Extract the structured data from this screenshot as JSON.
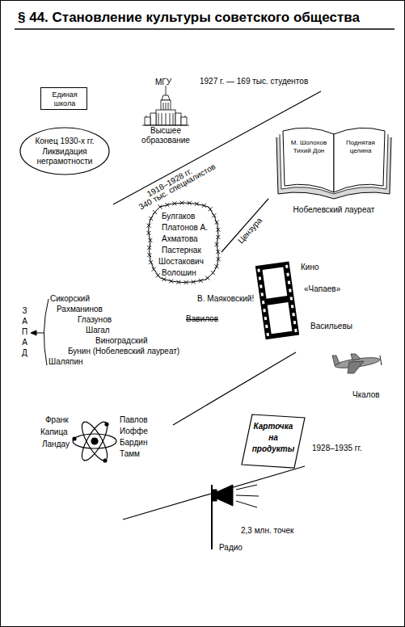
{
  "diagram": {
    "title": "§ 44. Становление культуры советского общества",
    "nodes": [
      {
        "text": [
          "Единая школа"
        ]
      },
      {
        "text": [
          "Конец 1930-х гг.",
          "Ликвидация неграмотности"
        ]
      },
      {
        "text": [
          "М. Шолохов Тихий Дон",
          "Поднятая целина",
          "Нобелевский лауреат"
        ]
      },
      {
        "text": [
          "Булгаков",
          "Платонов А.",
          "Ахматова",
          "Пастернак",
          "Шостакович",
          "Волошин"
        ]
      },
      {
        "text": [
          "Карточка на продукты"
        ]
      }
    ],
    "labels": [
      "МГУ",
      "1927 г. — 169 тыс. студентов",
      "Высшее образование",
      "1918–1928 гг.",
      "340 тыс. специалистов",
      "Цензура",
      "Кино",
      "«Чапаев»",
      "В. Маяковский!",
      "Сикорский",
      "ЗАПАД",
      "Рахманинов",
      "Вавилов",
      "Глазунов",
      "Шагал",
      "Васильевы",
      "Виноградский",
      "Бунин (Нобелевский лауреат)",
      "Шаляпин",
      "Чкалов",
      "Франк",
      "Павлов",
      "Капица",
      "Иоффе",
      "Ландау",
      "Бардин",
      "Тамм",
      "1928–1935 гг.",
      "2,3 млн. точек",
      "Радио"
    ]
  }
}
